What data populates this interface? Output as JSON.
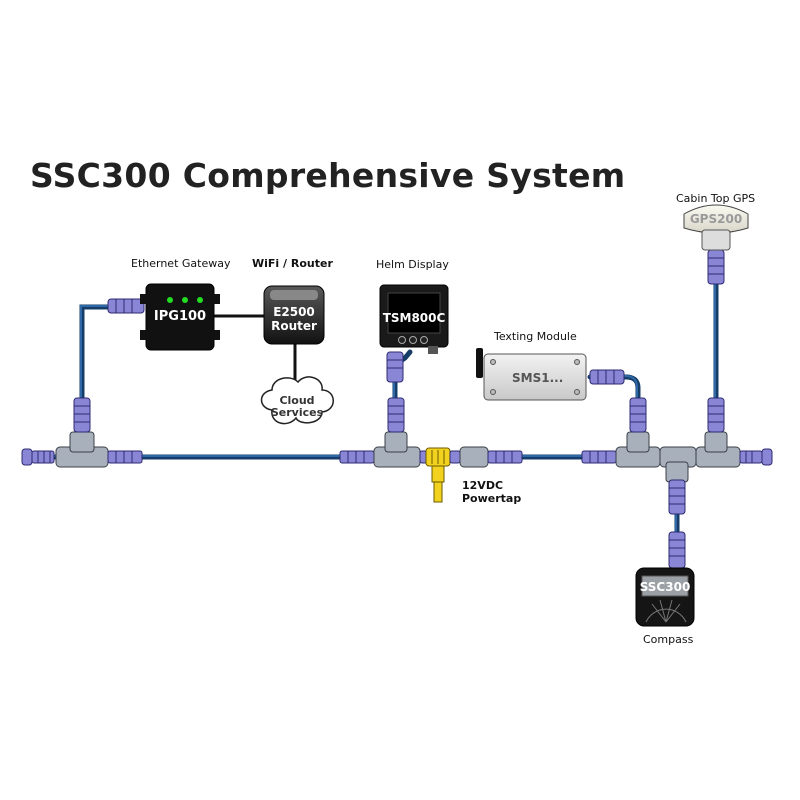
{
  "title": "SSC300 Comprehensive System",
  "labels": {
    "ethernet_gateway": "Ethernet Gateway",
    "wifi_router": "WiFi / Router",
    "helm_display": "Helm Display",
    "texting_module": "Texting Module",
    "cabin_top_gps": "Cabin Top GPS",
    "compass": "Compass",
    "powertap_line1": "12VDC",
    "powertap_line2": "Powertap"
  },
  "devices": {
    "gateway": "IPG100",
    "router_line1": "E2500",
    "router_line2": "Router",
    "cloud_line1": "Cloud",
    "cloud_line2": "Services",
    "display": "TSM800C",
    "sms": "SMS1...",
    "gps": "GPS200",
    "compass": "SSC300"
  },
  "colors": {
    "cable": "#1f4f86",
    "connector": "#8a86d6",
    "connector_dark": "#4a469a",
    "tee": "#a8b0bc",
    "powertap": "#f2d21e",
    "led": "#22dd22"
  }
}
